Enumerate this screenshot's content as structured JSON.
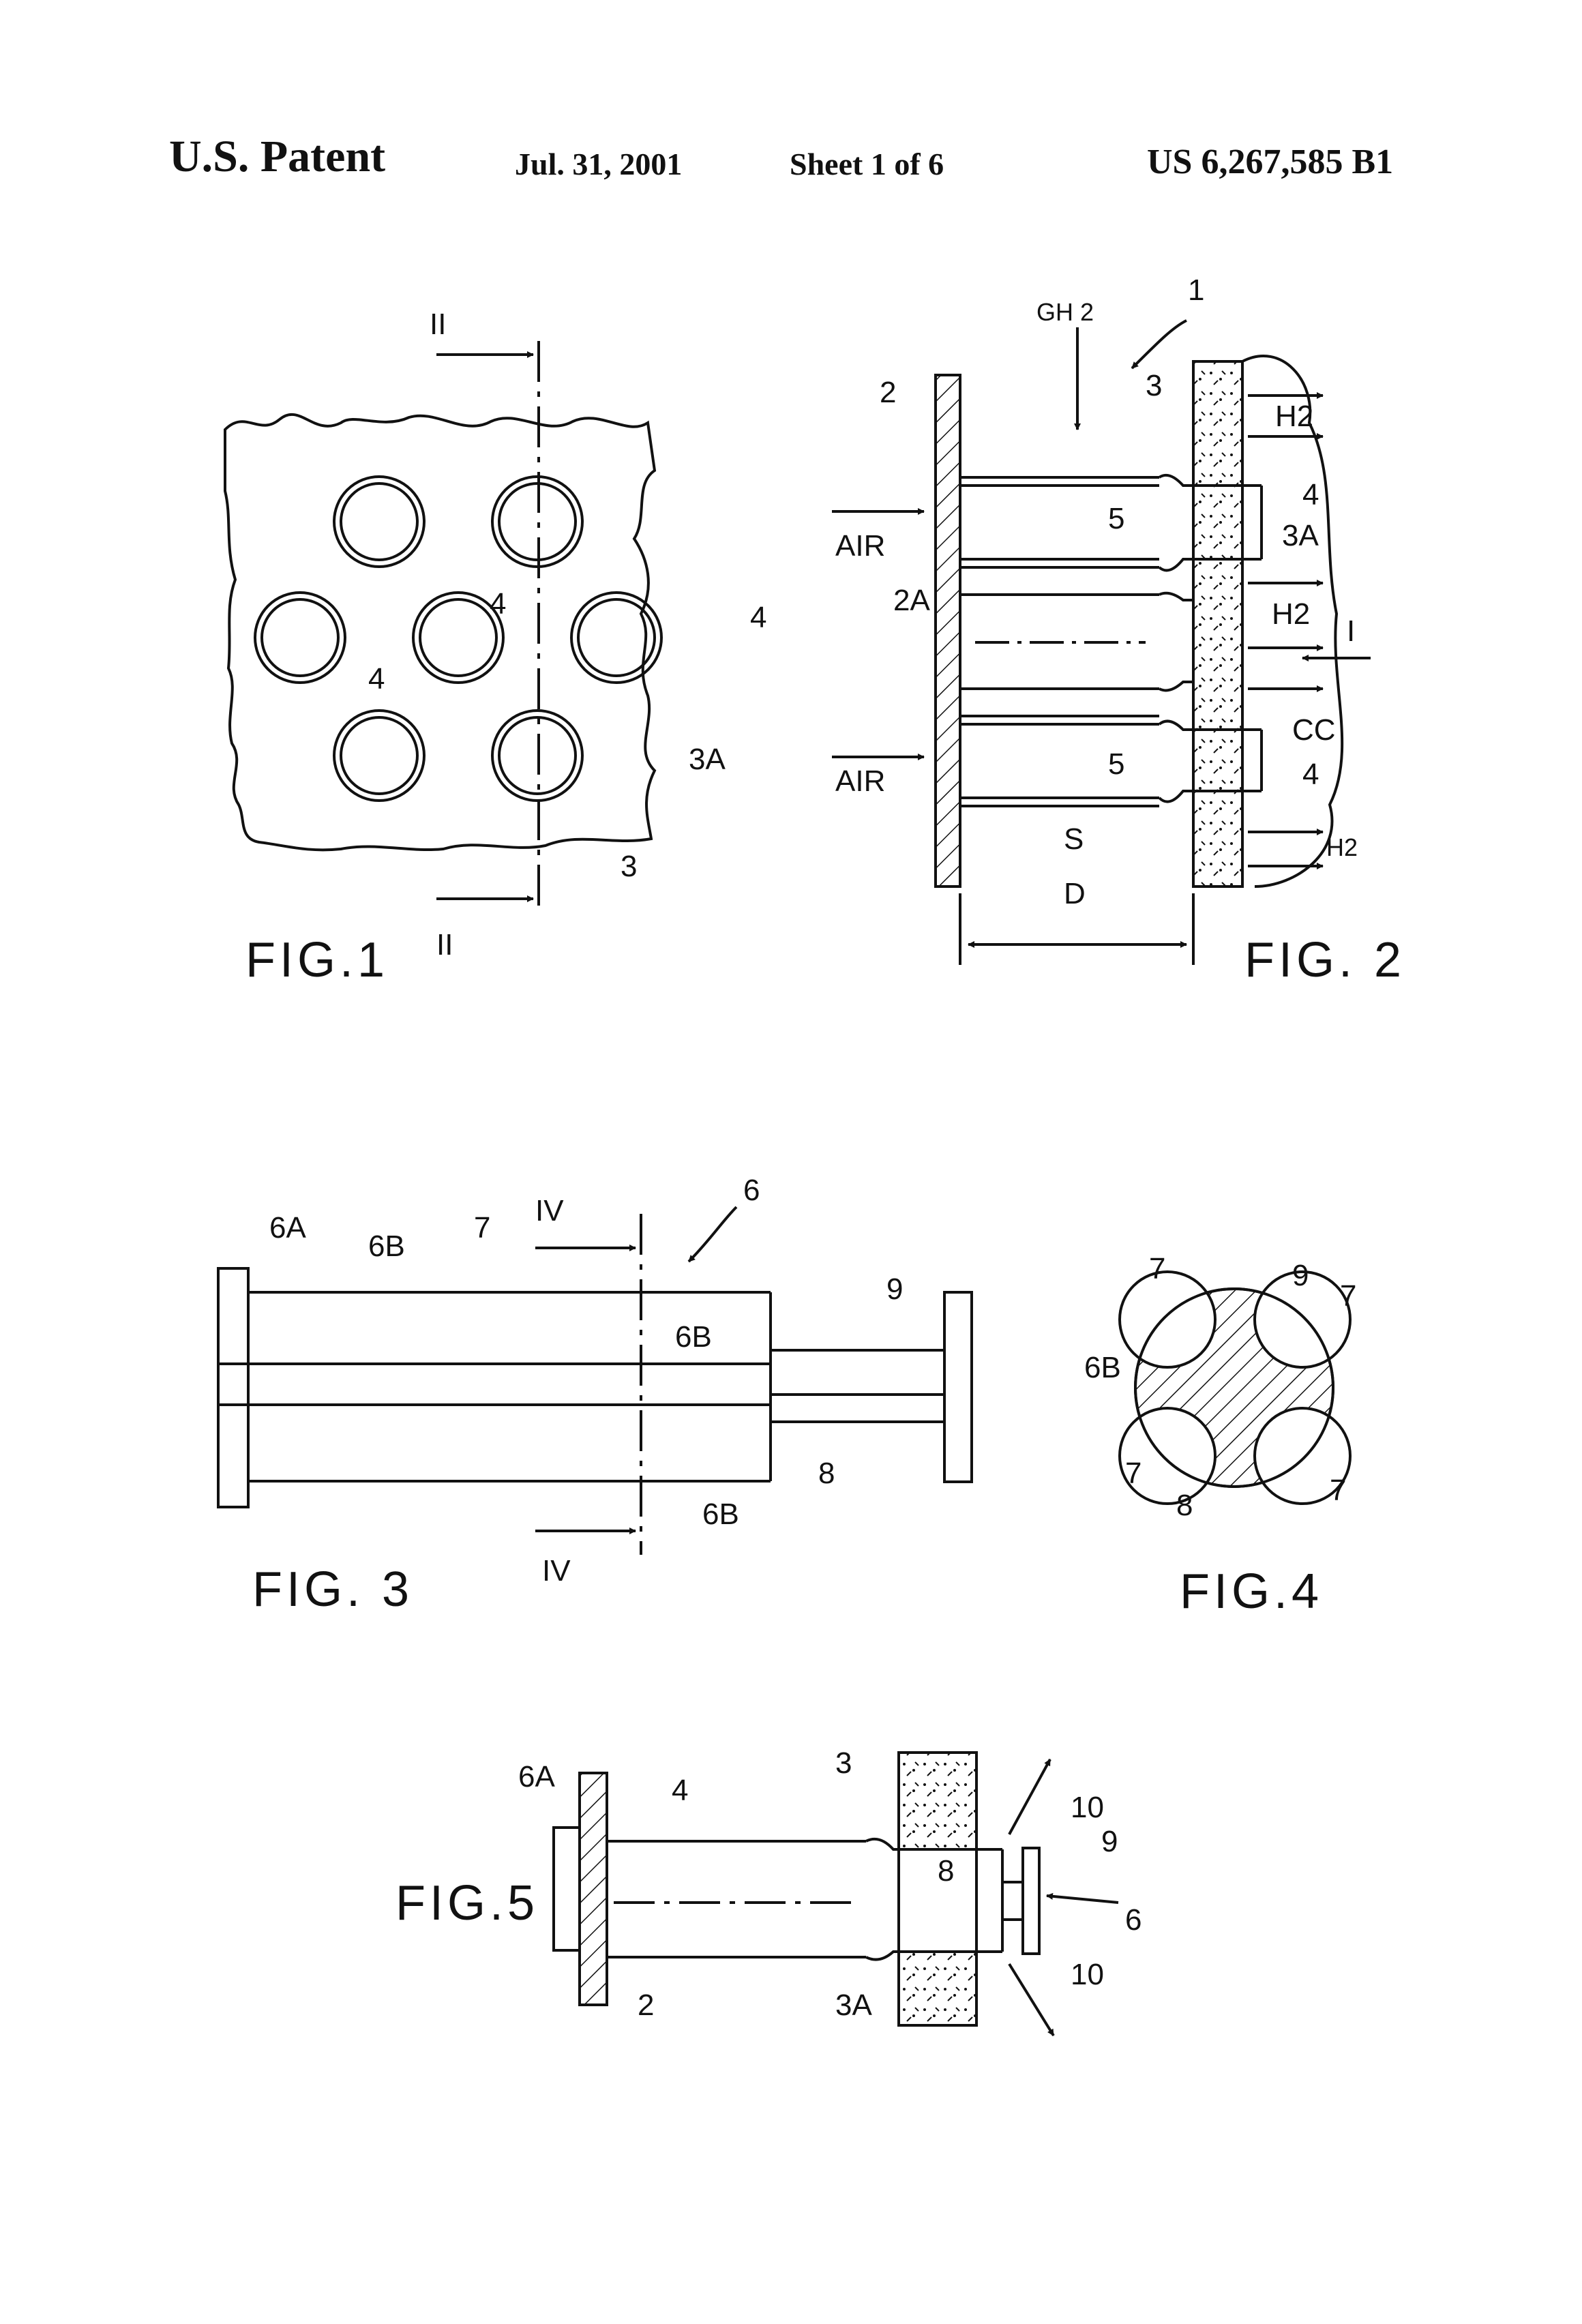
{
  "header": {
    "title": "U.S. Patent",
    "date": "Jul. 31, 2001",
    "sheet": "Sheet 1 of 6",
    "patent_number": "US 6,267,585 B1"
  },
  "fig1": {
    "caption": "FIG.1",
    "section_top": "II",
    "section_bottom": "II",
    "label_4a": "4",
    "label_4b": "4",
    "label_4c": "4",
    "label_3a": "3A",
    "label_3": "3"
  },
  "fig2": {
    "caption": "FIG. 2",
    "label_1": "1",
    "label_gh2": "GH 2",
    "label_2": "2",
    "label_3": "3",
    "label_h2_top": "H2",
    "label_4_top": "4",
    "label_5_top": "5",
    "label_3a": "3A",
    "label_air_top": "AIR",
    "label_2a": "2A",
    "label_h2_mid": "H2",
    "label_i": "I",
    "label_cc": "CC",
    "label_air_bottom": "AIR",
    "label_5_bottom": "5",
    "label_4_bottom": "4",
    "label_s": "S",
    "label_h2_bottom": "H2",
    "label_d": "D"
  },
  "fig3": {
    "caption": "FIG. 3",
    "label_6": "6",
    "label_6a": "6A",
    "label_6b_top": "6B",
    "label_7": "7",
    "label_iv_top": "IV",
    "label_iv_bottom": "IV",
    "label_6b_mid": "6B",
    "label_6b_bottom": "6B",
    "label_9": "9",
    "label_8": "8"
  },
  "fig4": {
    "caption": "FIG.4",
    "label_7_tl": "7",
    "label_9": "9",
    "label_7_tr": "7",
    "label_6b": "6B",
    "label_7_bl": "7",
    "label_8": "8",
    "label_7_br": "7"
  },
  "fig5": {
    "caption": "FIG.5",
    "label_6a": "6A",
    "label_4": "4",
    "label_3": "3",
    "label_10_top": "10",
    "label_9": "9",
    "label_8": "8",
    "label_6": "6",
    "label_10_bottom": "10",
    "label_2": "2",
    "label_3a": "3A"
  }
}
